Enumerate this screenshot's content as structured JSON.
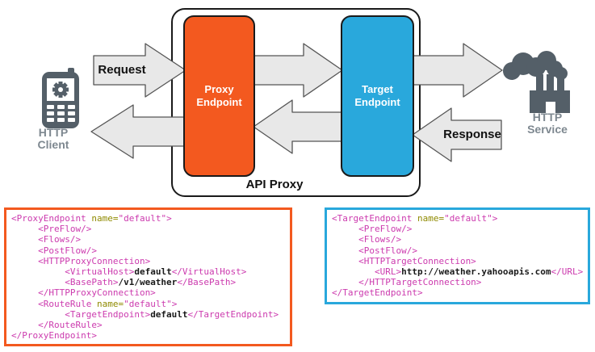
{
  "colors": {
    "proxy_accent": "#F3591F",
    "target_accent": "#29A8DC",
    "box_border": "#1A1A1A",
    "arrow_fill": "#E8E8E8",
    "arrow_stroke": "#555555",
    "icon_gray": "#545F68",
    "icon_label_gray": "#7E8890",
    "label_black": "#111111",
    "code_tag": "#CC3AAE",
    "code_attr": "#8F8A00",
    "code_text": "#1A1A1A"
  },
  "diagram": {
    "labels": {
      "request": "Request",
      "response": "Response",
      "api_proxy": "API Proxy",
      "proxy_endpoint": "Proxy\nEndpoint",
      "target_endpoint": "Target\nEndpoint",
      "http_client": "HTTP\nClient",
      "http_service": "HTTP\nService"
    },
    "icons": [
      "phone-icon",
      "factory-icon"
    ]
  },
  "code_blocks": [
    {
      "name": "proxy-endpoint-xml",
      "accent": "#F3591F",
      "lines": [
        [
          [
            "tag",
            "<ProxyEndpoint "
          ],
          [
            "attr",
            "name="
          ],
          [
            "val",
            "\"default\""
          ],
          [
            "tag",
            ">"
          ]
        ],
        [
          [
            "tag",
            "     <PreFlow/>"
          ]
        ],
        [
          [
            "tag",
            "     <Flows/>"
          ]
        ],
        [
          [
            "tag",
            "     <PostFlow/>"
          ]
        ],
        [
          [
            "tag",
            "     <HTTPProxyConnection>"
          ]
        ],
        [
          [
            "tag",
            "          <VirtualHost>"
          ],
          [
            "text",
            "default"
          ],
          [
            "tag",
            "</VirtualHost>"
          ]
        ],
        [
          [
            "tag",
            "          <BasePath>"
          ],
          [
            "text",
            "/v1/weather"
          ],
          [
            "tag",
            "</BasePath>"
          ]
        ],
        [
          [
            "tag",
            "     </HTTPProxyConnection>"
          ]
        ],
        [
          [
            "tag",
            "     <RouteRule "
          ],
          [
            "attr",
            "name="
          ],
          [
            "val",
            "\"default\""
          ],
          [
            "tag",
            ">"
          ]
        ],
        [
          [
            "tag",
            "          <TargetEndpoint>"
          ],
          [
            "text",
            "default"
          ],
          [
            "tag",
            "</TargetEndpoint>"
          ]
        ],
        [
          [
            "tag",
            "     </RouteRule>"
          ]
        ],
        [
          [
            "tag",
            "</ProxyEndpoint>"
          ]
        ]
      ]
    },
    {
      "name": "target-endpoint-xml",
      "accent": "#29A8DC",
      "lines": [
        [
          [
            "tag",
            "<TargetEndpoint "
          ],
          [
            "attr",
            "name="
          ],
          [
            "val",
            "\"default\""
          ],
          [
            "tag",
            ">"
          ]
        ],
        [
          [
            "tag",
            "     <PreFlow/>"
          ]
        ],
        [
          [
            "tag",
            "     <Flows/>"
          ]
        ],
        [
          [
            "tag",
            "     <PostFlow/>"
          ]
        ],
        [
          [
            "tag",
            "     <HTTPTargetConnection>"
          ]
        ],
        [
          [
            "tag",
            "        <URL>"
          ],
          [
            "text",
            "http://weather.yahooapis.com"
          ],
          [
            "tag",
            "</URL>"
          ]
        ],
        [
          [
            "tag",
            "     </HTTPTargetConnection>"
          ]
        ],
        [
          [
            "tag",
            "</TargetEndpoint>"
          ]
        ]
      ]
    }
  ]
}
